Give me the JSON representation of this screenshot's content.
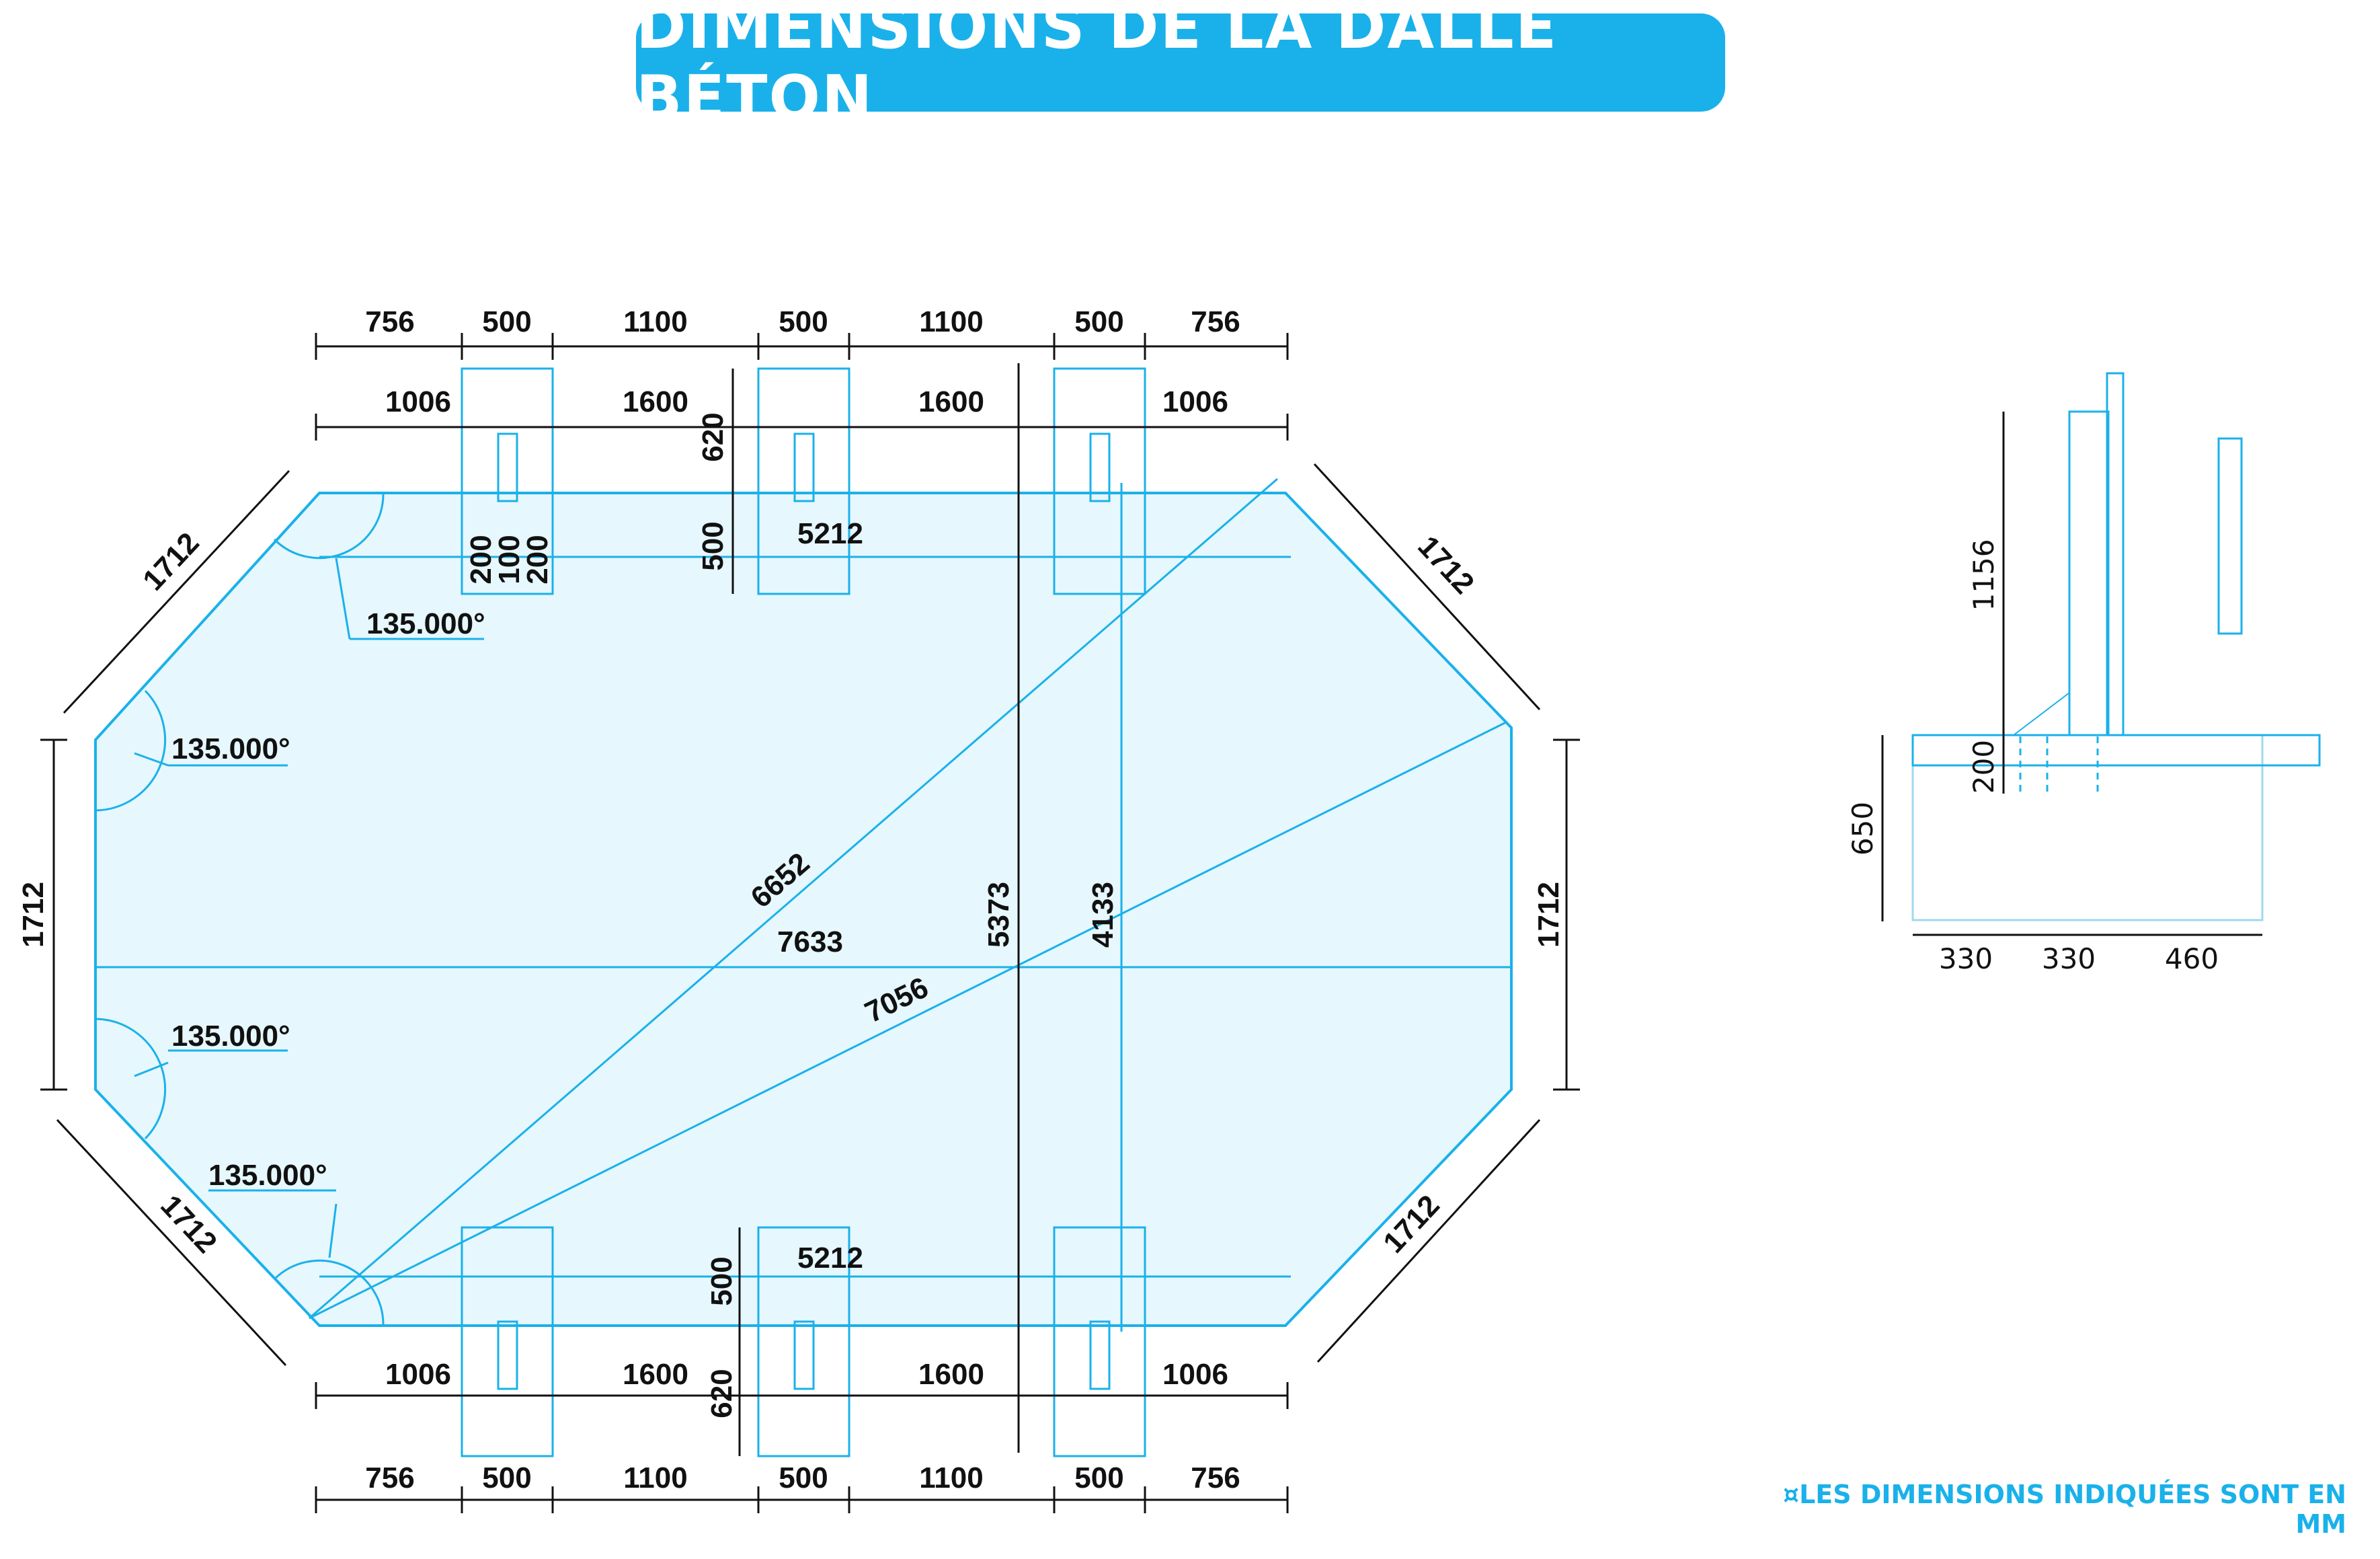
{
  "title": "DIMENSIONS DE LA DALLE BÉTON",
  "footnote": "¤LES DIMENSIONS INDIQUÉES SONT EN MM",
  "colors": {
    "accent": "#1ab1ea",
    "fill": "#e6f7fd",
    "line": "#111111"
  },
  "plan": {
    "top_outer": [
      "756",
      "500",
      "1100",
      "500",
      "1100",
      "500",
      "756"
    ],
    "top_inner": [
      "1006",
      "1600",
      "1600",
      "1006"
    ],
    "bottom_inner": [
      "1006",
      "1600",
      "1600",
      "1006"
    ],
    "bottom_outer": [
      "756",
      "500",
      "1100",
      "500",
      "1100",
      "500",
      "756"
    ],
    "pad_depth": "620",
    "pad_width": "500",
    "bolt_spacing": [
      "200",
      "100",
      "200"
    ],
    "pad_span_top": "5212",
    "pad_span_bottom": "5212",
    "side": "1712",
    "angle": "135.000°",
    "diag_a": "6652",
    "diag_b": "7056",
    "length": "7633",
    "width": "5373",
    "width_inner": "4133"
  },
  "section": {
    "height": "1156",
    "embed": "200",
    "depth": "650",
    "widths": [
      "330",
      "330",
      "460"
    ]
  }
}
